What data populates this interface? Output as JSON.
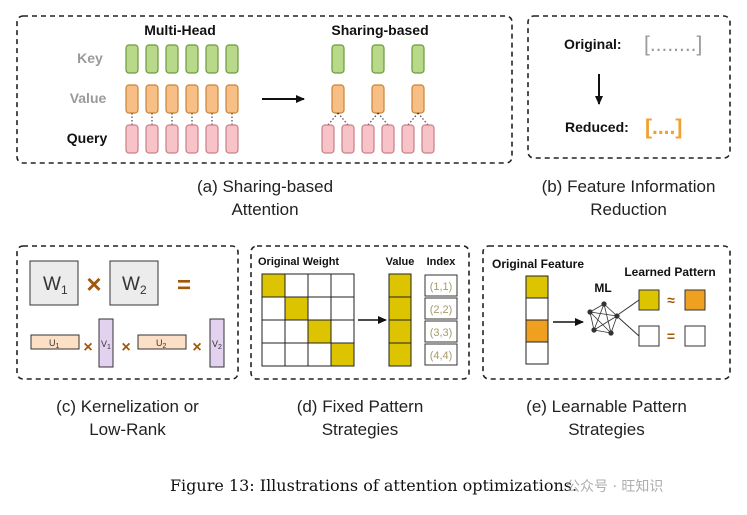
{
  "panel_a": {
    "multi_head": "Multi-Head",
    "sharing_based": "Sharing-based",
    "key": "Key",
    "value": "Value",
    "query": "Query",
    "caption_line1": "(a) Sharing-based",
    "caption_line2": "Attention"
  },
  "panel_b": {
    "original_label": "Original:",
    "original_value": "[........]",
    "reduced_label": "Reduced:",
    "reduced_value": "[....]",
    "caption_line1": "(b) Feature Information",
    "caption_line2": "Reduction"
  },
  "panel_c": {
    "w1_base": "W",
    "w1_sub": "1",
    "w2_base": "W",
    "w2_sub": "2",
    "times": "×",
    "equals": "=",
    "u1_base": "U",
    "u1_sub": "1",
    "v1_base": "V",
    "v1_sub": "1",
    "u2_base": "U",
    "u2_sub": "2",
    "v2_base": "V",
    "v2_sub": "2",
    "caption_line1": "(c) Kernelization or",
    "caption_line2": "Low-Rank"
  },
  "panel_d": {
    "original_weight": "Original Weight",
    "value_header": "Value",
    "index_header": "Index",
    "indices": [
      "(1,1)",
      "(2,2)",
      "(3,3)",
      "(4,4)"
    ],
    "caption_line1": "(d) Fixed Pattern",
    "caption_line2": "Strategies"
  },
  "panel_e": {
    "original_feature": "Original Feature",
    "ml": "ML",
    "learned_pattern": "Learned Pattern",
    "approx": "≈",
    "equals": "=",
    "caption_line1": "(e) Learnable Pattern",
    "caption_line2": "Strategies"
  },
  "figure_caption": "Figure 13: Illustrations of attention optimizations.",
  "watermark": "公众号 · 旺知识",
  "colors": {
    "key_fill": "#b9d98a",
    "key_stroke": "#6a9a3a",
    "value_fill": "#f7bf86",
    "value_stroke": "#c98436",
    "query_fill": "#f8c3c8",
    "query_stroke": "#c97f87",
    "label_gray": "#9a9a9a",
    "orange": "#f0a030",
    "brown": "#a0580a",
    "u_fill": "#fbe0c6",
    "v_fill": "#e2d2ef",
    "gold": "#dcc400",
    "gold_stroke": "#9a8600",
    "feat_orange": "#f0a020",
    "index_text": "#a89a6a"
  }
}
